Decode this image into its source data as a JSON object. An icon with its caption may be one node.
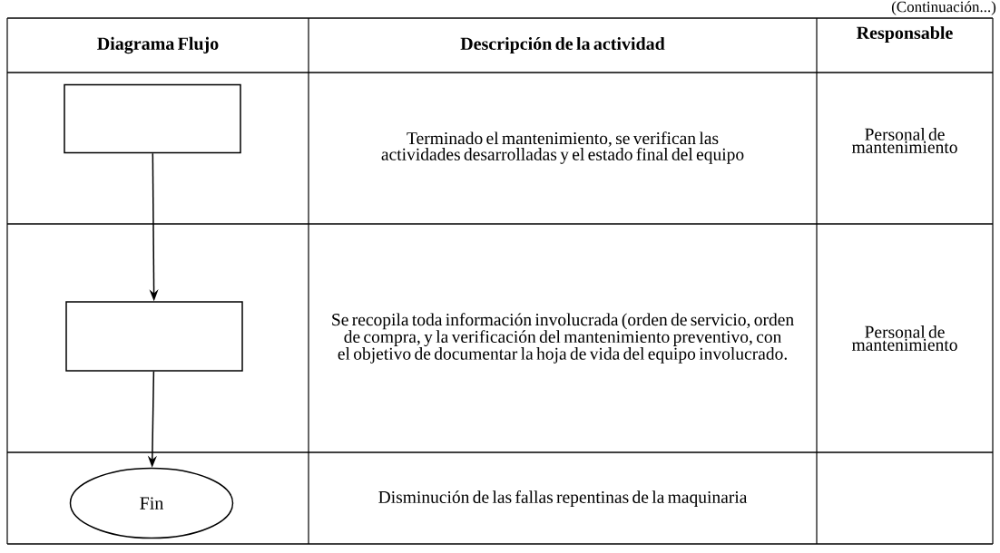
{
  "diagram": {
    "nodes": [
      {
        "text": [],
        "shape": "box"
      },
      {
        "text": [],
        "shape": "box"
      },
      {
        "text": [
          "Fin"
        ]
      }
    ],
    "edges": [
      {
        "from": 0,
        "to": 1,
        "arrow": "to"
      },
      {
        "from": 1,
        "to": 2,
        "arrow": "to"
      }
    ],
    "labels": [
      "(Continuación...)",
      "Diagrama Flujo",
      "Descripción de la actividad",
      "Responsable",
      "Terminado el mantenimiento, se verifican las actividades desarrolladas y el estado final del equipo",
      "Personal de mantenimiento",
      "Se recopila toda información involucrada (orden de servicio, orden de compra, y la verificación del mantenimiento preventivo, con el objetivo de documentar la hoja de vida del equipo involucrado.",
      "Personal de mantenimiento",
      "Disminución de las fallas repentinas de la maquinaria"
    ]
  }
}
